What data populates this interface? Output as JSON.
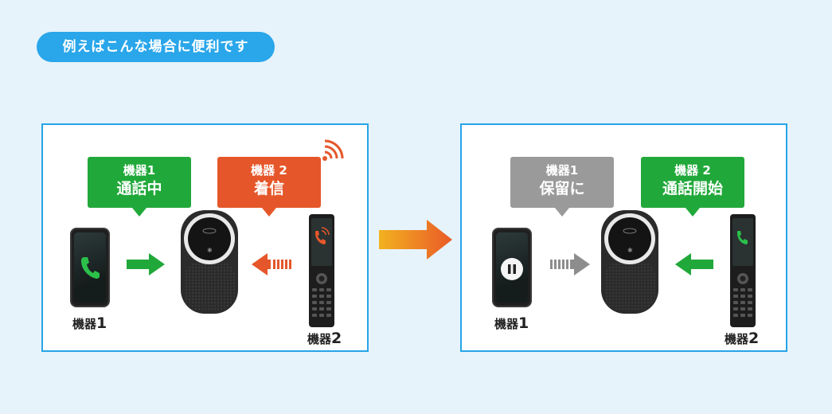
{
  "heading": "例えばこんな場合に便利です",
  "left_panel": {
    "bubble_device1": {
      "line1": "機器1",
      "line2": "通話中"
    },
    "bubble_device2": {
      "line1": "機器 2",
      "line2": "着信"
    },
    "label_device1": {
      "text": "機器",
      "num": "1"
    },
    "label_device2": {
      "text": "機器",
      "num": "2"
    }
  },
  "right_panel": {
    "bubble_device1": {
      "line1": "機器1",
      "line2": "保留に"
    },
    "bubble_device2": {
      "line1": "機器 2",
      "line2": "通話開始"
    },
    "label_device1": {
      "text": "機器",
      "num": "1"
    },
    "label_device2": {
      "text": "機器",
      "num": "2"
    }
  },
  "colors": {
    "accent": "#2aa6ea",
    "panel_border": "#26a5e8",
    "green": "#21a83a",
    "orange": "#e5572a",
    "gray": "#9a9a9a"
  },
  "icons": [
    "phone-call-icon",
    "incoming-call-icon",
    "signal-waves-icon",
    "pause-icon",
    "arrow-right-icon",
    "arrow-left-icon"
  ]
}
